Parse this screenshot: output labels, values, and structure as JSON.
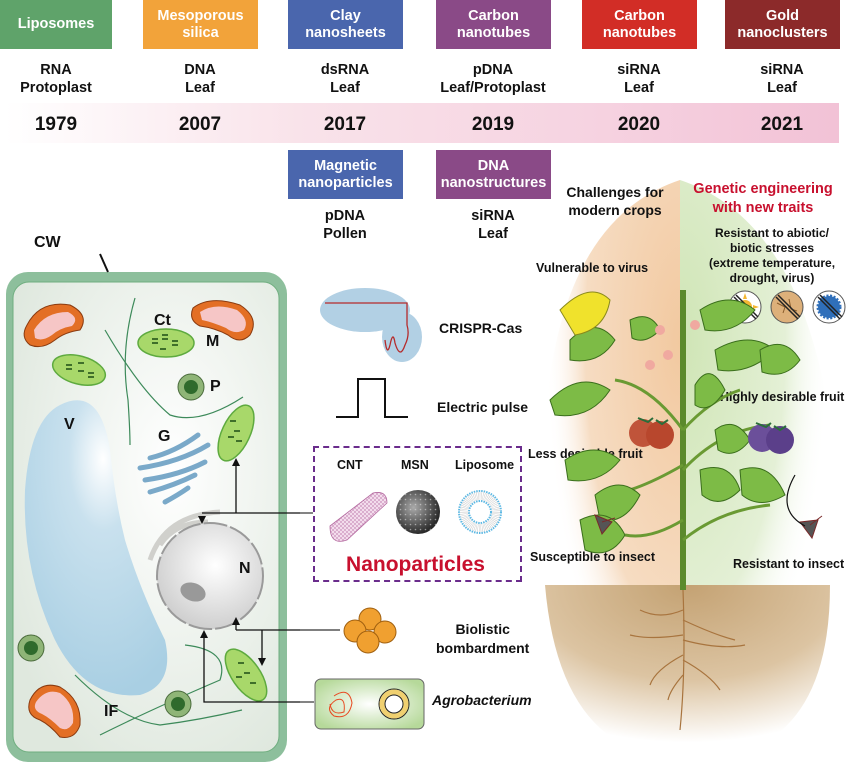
{
  "timeline": {
    "entries": [
      {
        "nanomaterial": [
          "Liposomes"
        ],
        "color": "#5fa36a",
        "cargo": [
          "RNA",
          "Protoplast"
        ],
        "year": "1979"
      },
      {
        "nanomaterial": [
          "Mesoporous",
          "silica"
        ],
        "color": "#f2a33a",
        "cargo": [
          "DNA",
          "Leaf"
        ],
        "year": "2007"
      },
      {
        "nanomaterial": [
          "Clay",
          "nanosheets"
        ],
        "color": "#4a66ad",
        "cargo": [
          "dsRNA",
          "Leaf"
        ],
        "year": "2017"
      },
      {
        "nanomaterial": [
          "Carbon",
          "nanotubes"
        ],
        "color": "#8a4a87",
        "cargo": [
          "pDNA",
          "Leaf/Protoplast"
        ],
        "year": "2019"
      },
      {
        "nanomaterial": [
          "Carbon",
          "nanotubes"
        ],
        "color": "#d22d26",
        "cargo": [
          "siRNA",
          "Leaf"
        ],
        "year": "2020"
      },
      {
        "nanomaterial": [
          "Gold",
          "nanoclusters"
        ],
        "color": "#8c2a2a",
        "cargo": [
          "siRNA",
          "Leaf"
        ],
        "year": "2021"
      }
    ],
    "secondary": [
      {
        "nanomaterial": [
          "Magnetic",
          "nanoparticles"
        ],
        "color": "#4a66ad",
        "cargo": [
          "pDNA",
          "Pollen"
        ],
        "year": "2017"
      },
      {
        "nanomaterial": [
          "DNA",
          "nanostructures"
        ],
        "color": "#8a4a87",
        "cargo": [
          "siRNA",
          "Leaf"
        ],
        "year": "2019"
      }
    ]
  },
  "cell": {
    "labels": {
      "cell_wall": "CW",
      "chloroplast": "Ct",
      "mitochondrion": "M",
      "peroxisome": "P",
      "vacuole": "V",
      "golgi": "G",
      "nucleus": "N",
      "intermediate_filament": "IF"
    }
  },
  "delivery_methods": {
    "crispr": "CRISPR-Cas",
    "electric": "Electric pulse",
    "nanoparticles": {
      "title": "Nanoparticles",
      "title_color": "#c8102e",
      "types": [
        "CNT",
        "MSN",
        "Liposome"
      ]
    },
    "biolistic": [
      "Biolistic",
      "bombardment"
    ],
    "agrobacterium": "Agrobacterium"
  },
  "plant": {
    "challenges_title": [
      "Challenges for",
      "modern crops"
    ],
    "engineering_title": [
      "Genetic engineering",
      "with new traits"
    ],
    "engineering_color": "#c8102e",
    "resistant_stress": [
      "Resistant to abiotic/",
      "biotic stresses",
      "(extreme temperature,",
      "drought, virus)"
    ],
    "stress_icons": [
      "sun-icon",
      "drought-icon",
      "virus-icon"
    ],
    "vulnerable_virus": "Vulnerable to virus",
    "less_desirable": "Less desirable fruit",
    "highly_desirable": "Highly desirable fruit",
    "susceptible_insect": "Susceptible to insect",
    "resistant_insect": "Resistant to insect"
  }
}
